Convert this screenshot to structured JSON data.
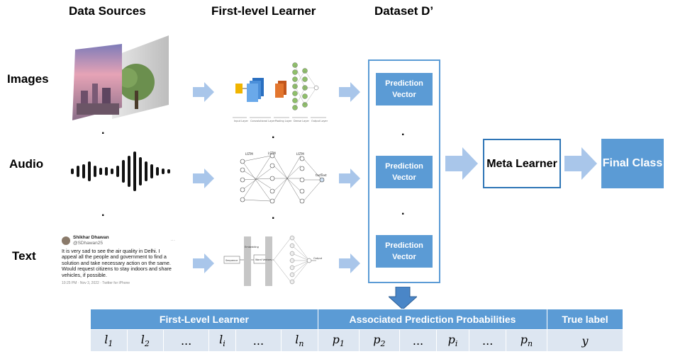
{
  "headers": {
    "data_sources": "Data Sources",
    "first_level": "First-level Learner",
    "dataset": "Dataset D’"
  },
  "rows": {
    "images": "Images",
    "audio": "Audio",
    "text": "Text"
  },
  "dots": ".",
  "prediction_vector": [
    "Prediction Vector",
    "Prediction Vector",
    "Prediction Vector"
  ],
  "meta_learner": "Meta Learner",
  "final_class": "Final Class",
  "tweet": {
    "name": "Shikhar Dhawan",
    "handle": "@SDhawan25",
    "body": "It is very sad to see the air quality in Delhi. I appeal all the people and government to find a solution and take necessary action on the same. Would request citizens to stay indoors and share vehicles, if possible.",
    "meta": "10:25 PM · Nov 3, 2022 · Twitter for iPhone"
  },
  "cnn_labels": [
    "Input Layer",
    "Convolutional Layer",
    "Pooling Layer",
    "Dense Layer",
    "Output Layer"
  ],
  "lstm_labels": [
    "LSTM",
    "LSTM",
    "LSTM",
    "fastText"
  ],
  "text_model_labels": [
    "Sequence",
    "Word Vectors",
    "Embedding",
    "Output"
  ],
  "table": {
    "headers": [
      "First-Level Learner",
      "Associated Prediction Probabilities",
      "True label"
    ],
    "learners": [
      {
        "base": "l",
        "sub": "1"
      },
      {
        "base": "l",
        "sub": "2"
      },
      {
        "base": "...",
        "sub": ""
      },
      {
        "base": "l",
        "sub": "i"
      },
      {
        "base": "...",
        "sub": ""
      },
      {
        "base": "l",
        "sub": "n"
      }
    ],
    "probs": [
      {
        "base": "p",
        "sub": "1"
      },
      {
        "base": "p",
        "sub": "2"
      },
      {
        "base": "...",
        "sub": ""
      },
      {
        "base": "p",
        "sub": "i"
      },
      {
        "base": "...",
        "sub": ""
      },
      {
        "base": "p",
        "sub": "n"
      }
    ],
    "true_label": "y"
  },
  "colors": {
    "accent": "#5b9bd5",
    "arrow": "#a9c6ea",
    "table_body": "#dde6f1",
    "meta_border": "#2e75b6"
  }
}
